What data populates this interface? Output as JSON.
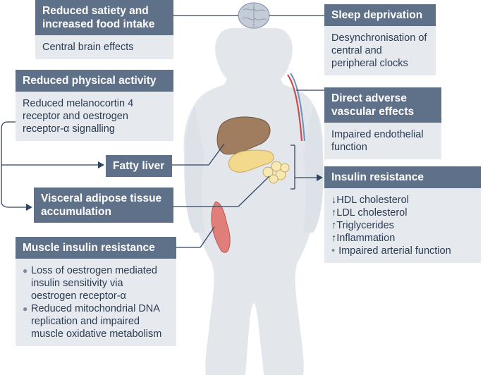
{
  "boxes": {
    "satiety": {
      "title": "Reduced satiety and increased food intake",
      "body": "Central brain effects"
    },
    "physical": {
      "title": "Reduced physical activity",
      "body": "Reduced melanocortin 4 receptor and oestrogen receptor-α signalling"
    },
    "fatty_liver": {
      "title": "Fatty liver"
    },
    "visceral": {
      "title": "Visceral adipose tissue accumulation"
    },
    "muscle": {
      "title": "Muscle insulin resistance",
      "bullets": [
        "Loss of oestrogen mediated insulin sensitivity via oestrogen receptor-α",
        "Reduced mitochondrial DNA replication and impaired muscle oxidative metabolism"
      ]
    },
    "sleep": {
      "title": "Sleep deprivation",
      "body": "Desynchronisation of central and peripheral clocks"
    },
    "vascular": {
      "title": "Direct adverse vascular effects",
      "body": "Impaired endothelial function"
    },
    "insulin": {
      "title": "Insulin resistance",
      "items": [
        {
          "marker": "↓",
          "text": "HDL cholesterol"
        },
        {
          "marker": "↑",
          "text": "LDL cholesterol"
        },
        {
          "marker": "↑",
          "text": "Triglycerides"
        },
        {
          "marker": "↑",
          "text": "Inflammation"
        },
        {
          "marker": "•",
          "text": "Impaired arterial function"
        }
      ]
    }
  },
  "colors": {
    "header": "#5f7089",
    "panel": "#e6eaef",
    "connector": "#2f4462",
    "silhouette": "#e3e7ec",
    "liver": "#a07d5e",
    "pancreas": "#f3d98c",
    "muscle": "#e07f7a"
  }
}
